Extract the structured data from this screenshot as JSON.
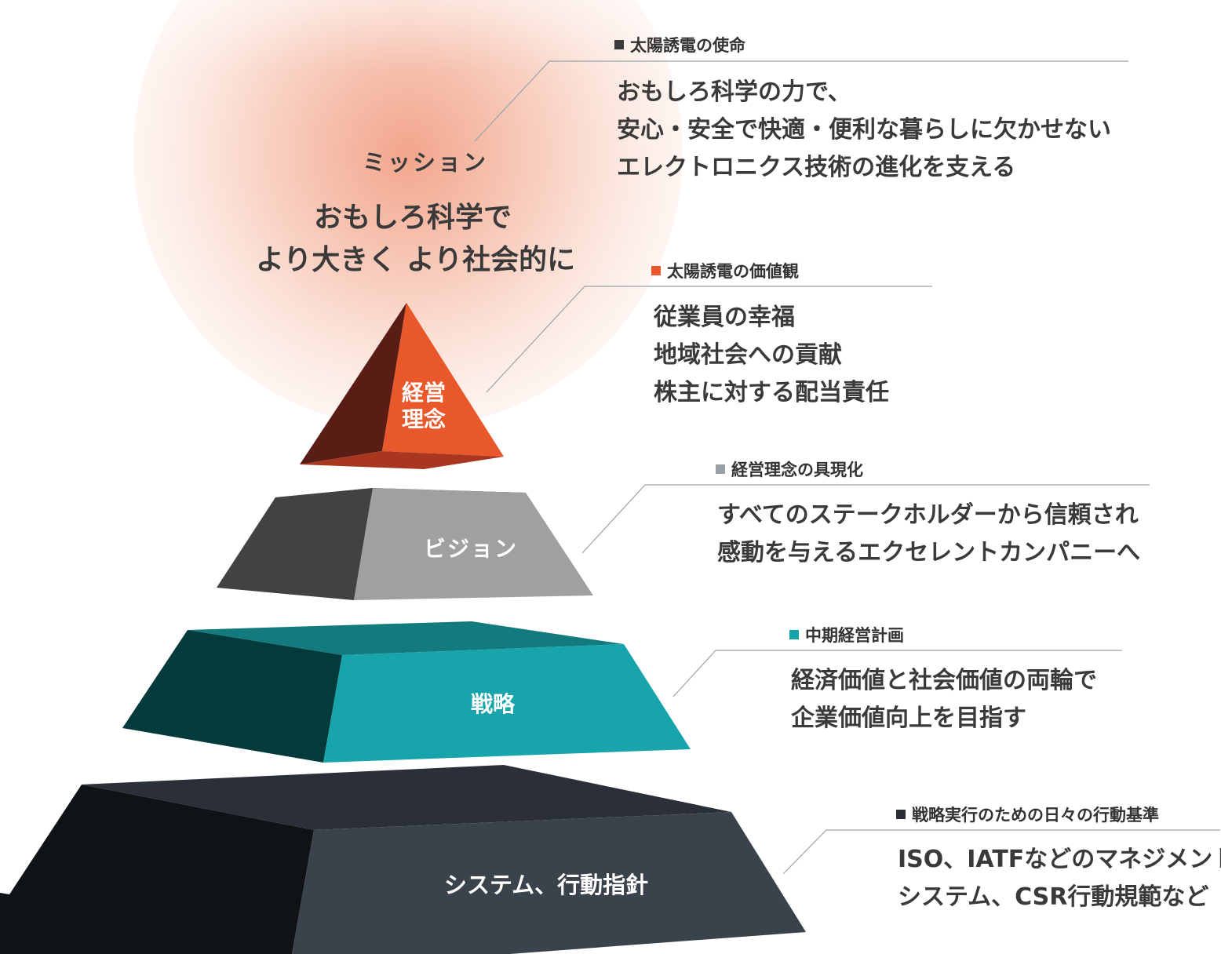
{
  "mission": {
    "label": "ミッション",
    "headline_line1": "おもしろ科学で",
    "headline_line2": "より大きく より社会的に",
    "tag": "太陽誘電の使命",
    "tag_color": "#3a3a3a",
    "lines": [
      "おもしろ科学の力で、",
      "安心・安全で快適・便利な暮らしに欠かせない",
      "エレクトロニクス技術の進化を支える"
    ]
  },
  "philosophy": {
    "label_line1": "経営",
    "label_line2": "理念",
    "tag": "太陽誘電の価値観",
    "tag_color": "#e8582a",
    "layer_color": "#e8582a",
    "lines": [
      "従業員の幸福",
      "地域社会への貢献",
      "株主に対する配当責任"
    ]
  },
  "vision": {
    "label": "ビジョン",
    "tag": "経営理念の具現化",
    "tag_color": "#9aa0a4",
    "layer_color": "#9e9e9e",
    "lines": [
      "すべてのステークホルダーから信頼され",
      "感動を与えるエクセレントカンパニーへ"
    ]
  },
  "strategy": {
    "label": "戦略",
    "tag": "中期経営計画",
    "tag_color": "#14a3a8",
    "layer_color": "#17a4aa",
    "lines": [
      "経済価値と社会価値の両輪で",
      "企業価値向上を目指す"
    ]
  },
  "system": {
    "label": "システム、行動指針",
    "tag": "戦略実行のための日々の行動基準",
    "tag_color": "#2a2e33",
    "layer_color": "#3b444c",
    "lines": [
      "ISO、IATFなどのマネジメント",
      "システム、CSR行動規範など"
    ]
  }
}
